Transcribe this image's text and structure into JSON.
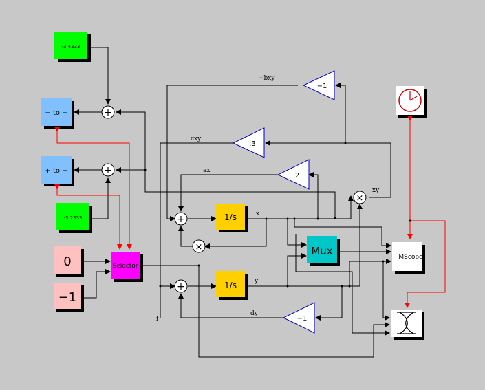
{
  "colors": {
    "background": "#c8c8c8",
    "green": "#00ff00",
    "blue_block": "#80c0ff",
    "pink": "#ffc0c0",
    "magenta": "#ff00ff",
    "gold": "#ffd000",
    "cyan": "#00c8c8",
    "white": "#ffffff",
    "red_line": "#ff0000",
    "gain_border": "#0000c8"
  },
  "blocks": {
    "const_top": "-3.4333",
    "to_pos": "− to +",
    "to_neg": "+ to −",
    "const_bottom": "-3.2333",
    "const_zero": "0",
    "const_neg1": "−1",
    "selector": "Selector",
    "integrator_x": "1/s",
    "integrator_y": "1/s",
    "mux": "Mux",
    "mscope": "MScope"
  },
  "gains": {
    "gain_neg1_top": "−1",
    "gain_3": ".3",
    "gain_2": "2",
    "gain_neg1_bottom": "−1"
  },
  "signals": {
    "neg_bxy": "−bxy",
    "cxy": "cxy",
    "ax": "ax",
    "xy": "xy",
    "x": "x",
    "y": "y",
    "dy": "dy",
    "f": "f"
  },
  "sum_symbol": "+",
  "product_symbol": "×"
}
